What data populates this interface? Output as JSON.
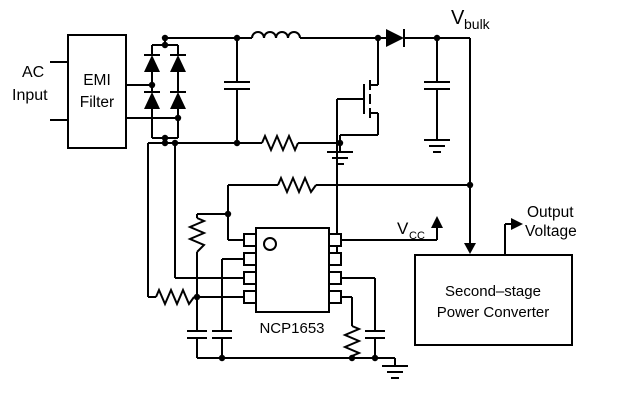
{
  "diagram": {
    "labels": {
      "ac_input_line1": "AC",
      "ac_input_line2": "Input",
      "emi_filter_line1": "EMI",
      "emi_filter_line2": "Filter",
      "v_bulk_symbol": "V",
      "v_bulk_subscript": "bulk",
      "v_cc_symbol": "V",
      "v_cc_subscript": "CC",
      "ic_part_number": "NCP1653",
      "second_stage_line1": "Second–stage",
      "second_stage_line2": "Power Converter",
      "output_line1": "Output",
      "output_line2": "Voltage"
    },
    "colors": {
      "wire": "#000000",
      "background": "#ffffff"
    }
  }
}
